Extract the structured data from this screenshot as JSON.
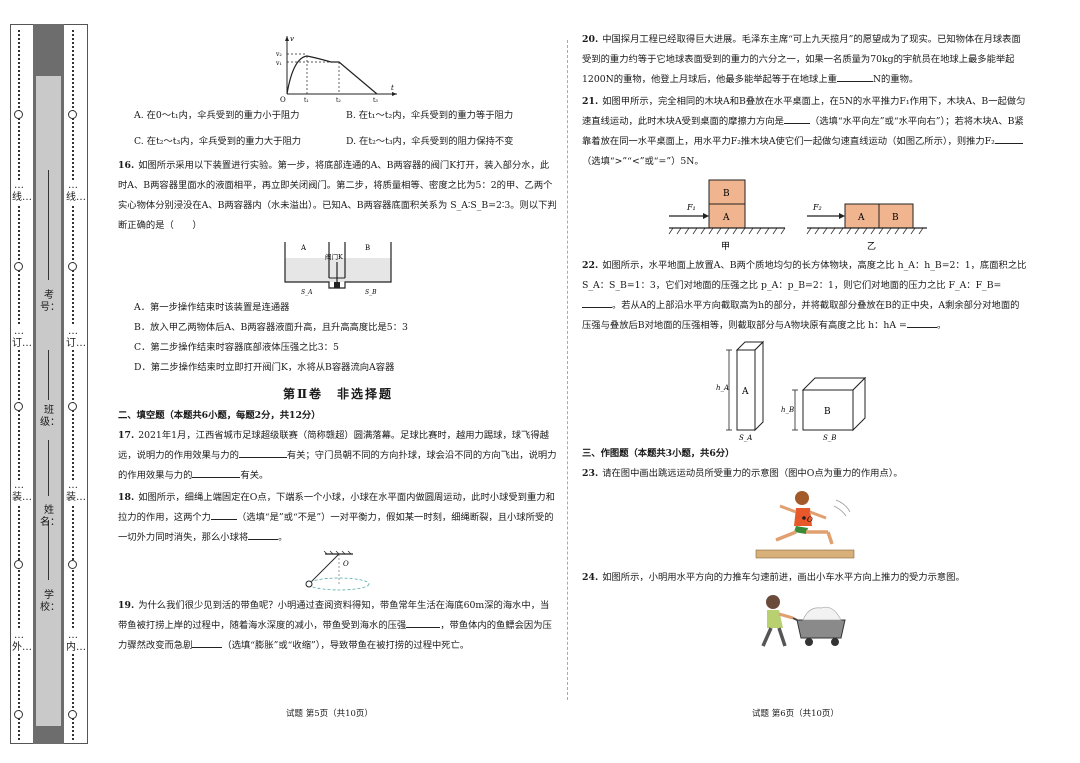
{
  "binding": {
    "seal_words": [
      "…外…",
      "…装…",
      "…订…",
      "…线…"
    ],
    "inner_words": [
      "…内…",
      "…装…",
      "…订…",
      "…线…"
    ],
    "fields": [
      "学校：",
      "姓名：",
      "班级：",
      "考号："
    ]
  },
  "left": {
    "q15": {
      "graph_labels": {
        "v": "v",
        "v2": "v₂",
        "v1": "v₁",
        "o": "O",
        "t": "t",
        "t1": "t₁",
        "t2": "t₂",
        "t3": "t₃"
      },
      "opt_a": "A. 在0～t₁内，伞兵受到的重力小于阻力",
      "opt_b": "B. 在t₁～t₂内，伞兵受到的重力等于阻力",
      "opt_c": "C. 在t₂～t₃内，伞兵受到的重力大于阻力",
      "opt_d": "D. 在t₂～t₃内，伞兵受到的阻力保持不变"
    },
    "q16": {
      "num": "16.",
      "text": "如图所示采用以下装置进行实验。第一步，将底部连通的A、B两容器的阀门K打开，装入部分水，此时A、B两容器里面水的液面相平，再立即关闭阀门。第二步，将质量相等、密度之比为5：2的甲、乙两个实心物体分别浸没在A、B两容器内（水未溢出）。已知A、B两容器底面积关系为 S_A∶S_B=2∶3。则以下判断正确的是（　　）",
      "fig_a": "A",
      "fig_b": "B",
      "fig_valve": "阀门K",
      "fig_sa": "S_A",
      "fig_sb": "S_B",
      "opt_a": "A．第一步操作结束时该装置是连通器",
      "opt_b": "B．放入甲乙两物体后A、B两容器液面升高，且升高高度比是5：3",
      "opt_c": "C．第二步操作结束时容器底部液体压强之比3：5",
      "opt_d": "D．第二步操作结束时立即打开阀门K，水将从B容器流向A容器"
    },
    "section": "第Ⅱ卷　非选择题",
    "fill_title": "二、填空题（本题共6小题，每题2分，共12分）",
    "q17": {
      "num": "17.",
      "text1": "2021年1月，江西省城市足球超级联赛（简称赣超）圆满落幕。足球比赛时，越用力踢球，球飞得越远，说明力的作用效果与力的",
      "text2": "有关；守门员朝不同的方向扑球，球会沿不同的方向飞出，说明力的作用效果与力的",
      "text3": "有关。"
    },
    "q18": {
      "num": "18.",
      "text1": "如图所示，细绳上端固定在O点，下端系一个小球，小球在水平面内做圆周运动，此时小球受到重力和拉力的作用，这两个力",
      "text2": "（选填“是”或“不是”）一对平衡力，假如某一时刻，细绳断裂，且小球所受的一切外力同时消失，那么小球将",
      "text3": "。",
      "fig_o": "O"
    },
    "q19": {
      "num": "19.",
      "text1": "为什么我们很少见到活的带鱼呢？小明通过查阅资料得知，带鱼常年生活在海底60m深的海水中，当带鱼被打捞上岸的过程中，随着海水深度的减小，带鱼受到海水的压强",
      "text2": "，带鱼体内的鱼鳔会因为压力骤然改变而急剧",
      "text3": "（选填“膨胀”或“收缩”），导致带鱼在被打捞的过程中死亡。"
    },
    "footer": "试题 第5页（共10页）"
  },
  "right": {
    "q20": {
      "num": "20.",
      "text1": "中国探月工程已经取得巨大进展。毛泽东主席“可上九天揽月”的愿望成为了现实。已知物体在月球表面受到的重力约等于它地球表面受到的重力的六分之一，如果一名质量为70kg的宇航员在地球上最多能举起1200N的重物，他登上月球后，他最多能举起等于在地球上重",
      "text2": "N的重物。"
    },
    "q21": {
      "num": "21.",
      "text1": "如图甲所示，完全相同的木块A和B叠放在水平桌面上，在5N的水平推力F₁作用下，木块A、B一起做匀速直线运动，此时木块A受到桌面的摩擦力方向是",
      "text2": "（选填“水平向左”或“水平向右”）；若将木块A、B紧靠着放在同一水平桌面上，用水平力F₂推木块A使它们一起做匀速直线运动（如图乙所示），则推力F₂",
      "text3": "（选填“>”“<”或“=”）5N。",
      "fig_a": "A",
      "fig_b": "B",
      "fig_f1": "F₁",
      "fig_f2": "F₂",
      "fig_jia": "甲",
      "fig_yi": "乙"
    },
    "q22": {
      "num": "22.",
      "text1": "如图所示，水平地面上放置A、B两个质地均匀的长方体物块，高度之比 h_A：h_B=2：1，底面积之比 S_A：S_B=1：3，它们对地面的压强之比 p_A：p_B=2：1，则它们对地面的压力之比 F_A：F_B=",
      "text2": "。若从A的上部沿水平方向截取高为h的部分，并将截取部分叠放在B的正中央，A剩余部分对地面的压强与叠放后B对地面的压强相等，则截取部分与A物块原有高度之比 h：hA =",
      "text3": "。",
      "fig_a": "A",
      "fig_b": "B",
      "fig_ha": "h_A",
      "fig_hb": "h_B",
      "fig_sa": "S_A",
      "fig_sb": "S_B"
    },
    "draw_title": "三、作图题（本题共3小题，共6分）",
    "q23": {
      "num": "23.",
      "text": "请在图中画出跳远运动员所受重力的示意图（图中O点为重力的作用点）。",
      "fig_o": "O"
    },
    "q24": {
      "num": "24.",
      "text": "如图所示，小明用水平方向的力推车匀速前进，画出小车水平方向上推力的受力示意图。"
    },
    "footer": "试题 第6页（共10页）"
  }
}
